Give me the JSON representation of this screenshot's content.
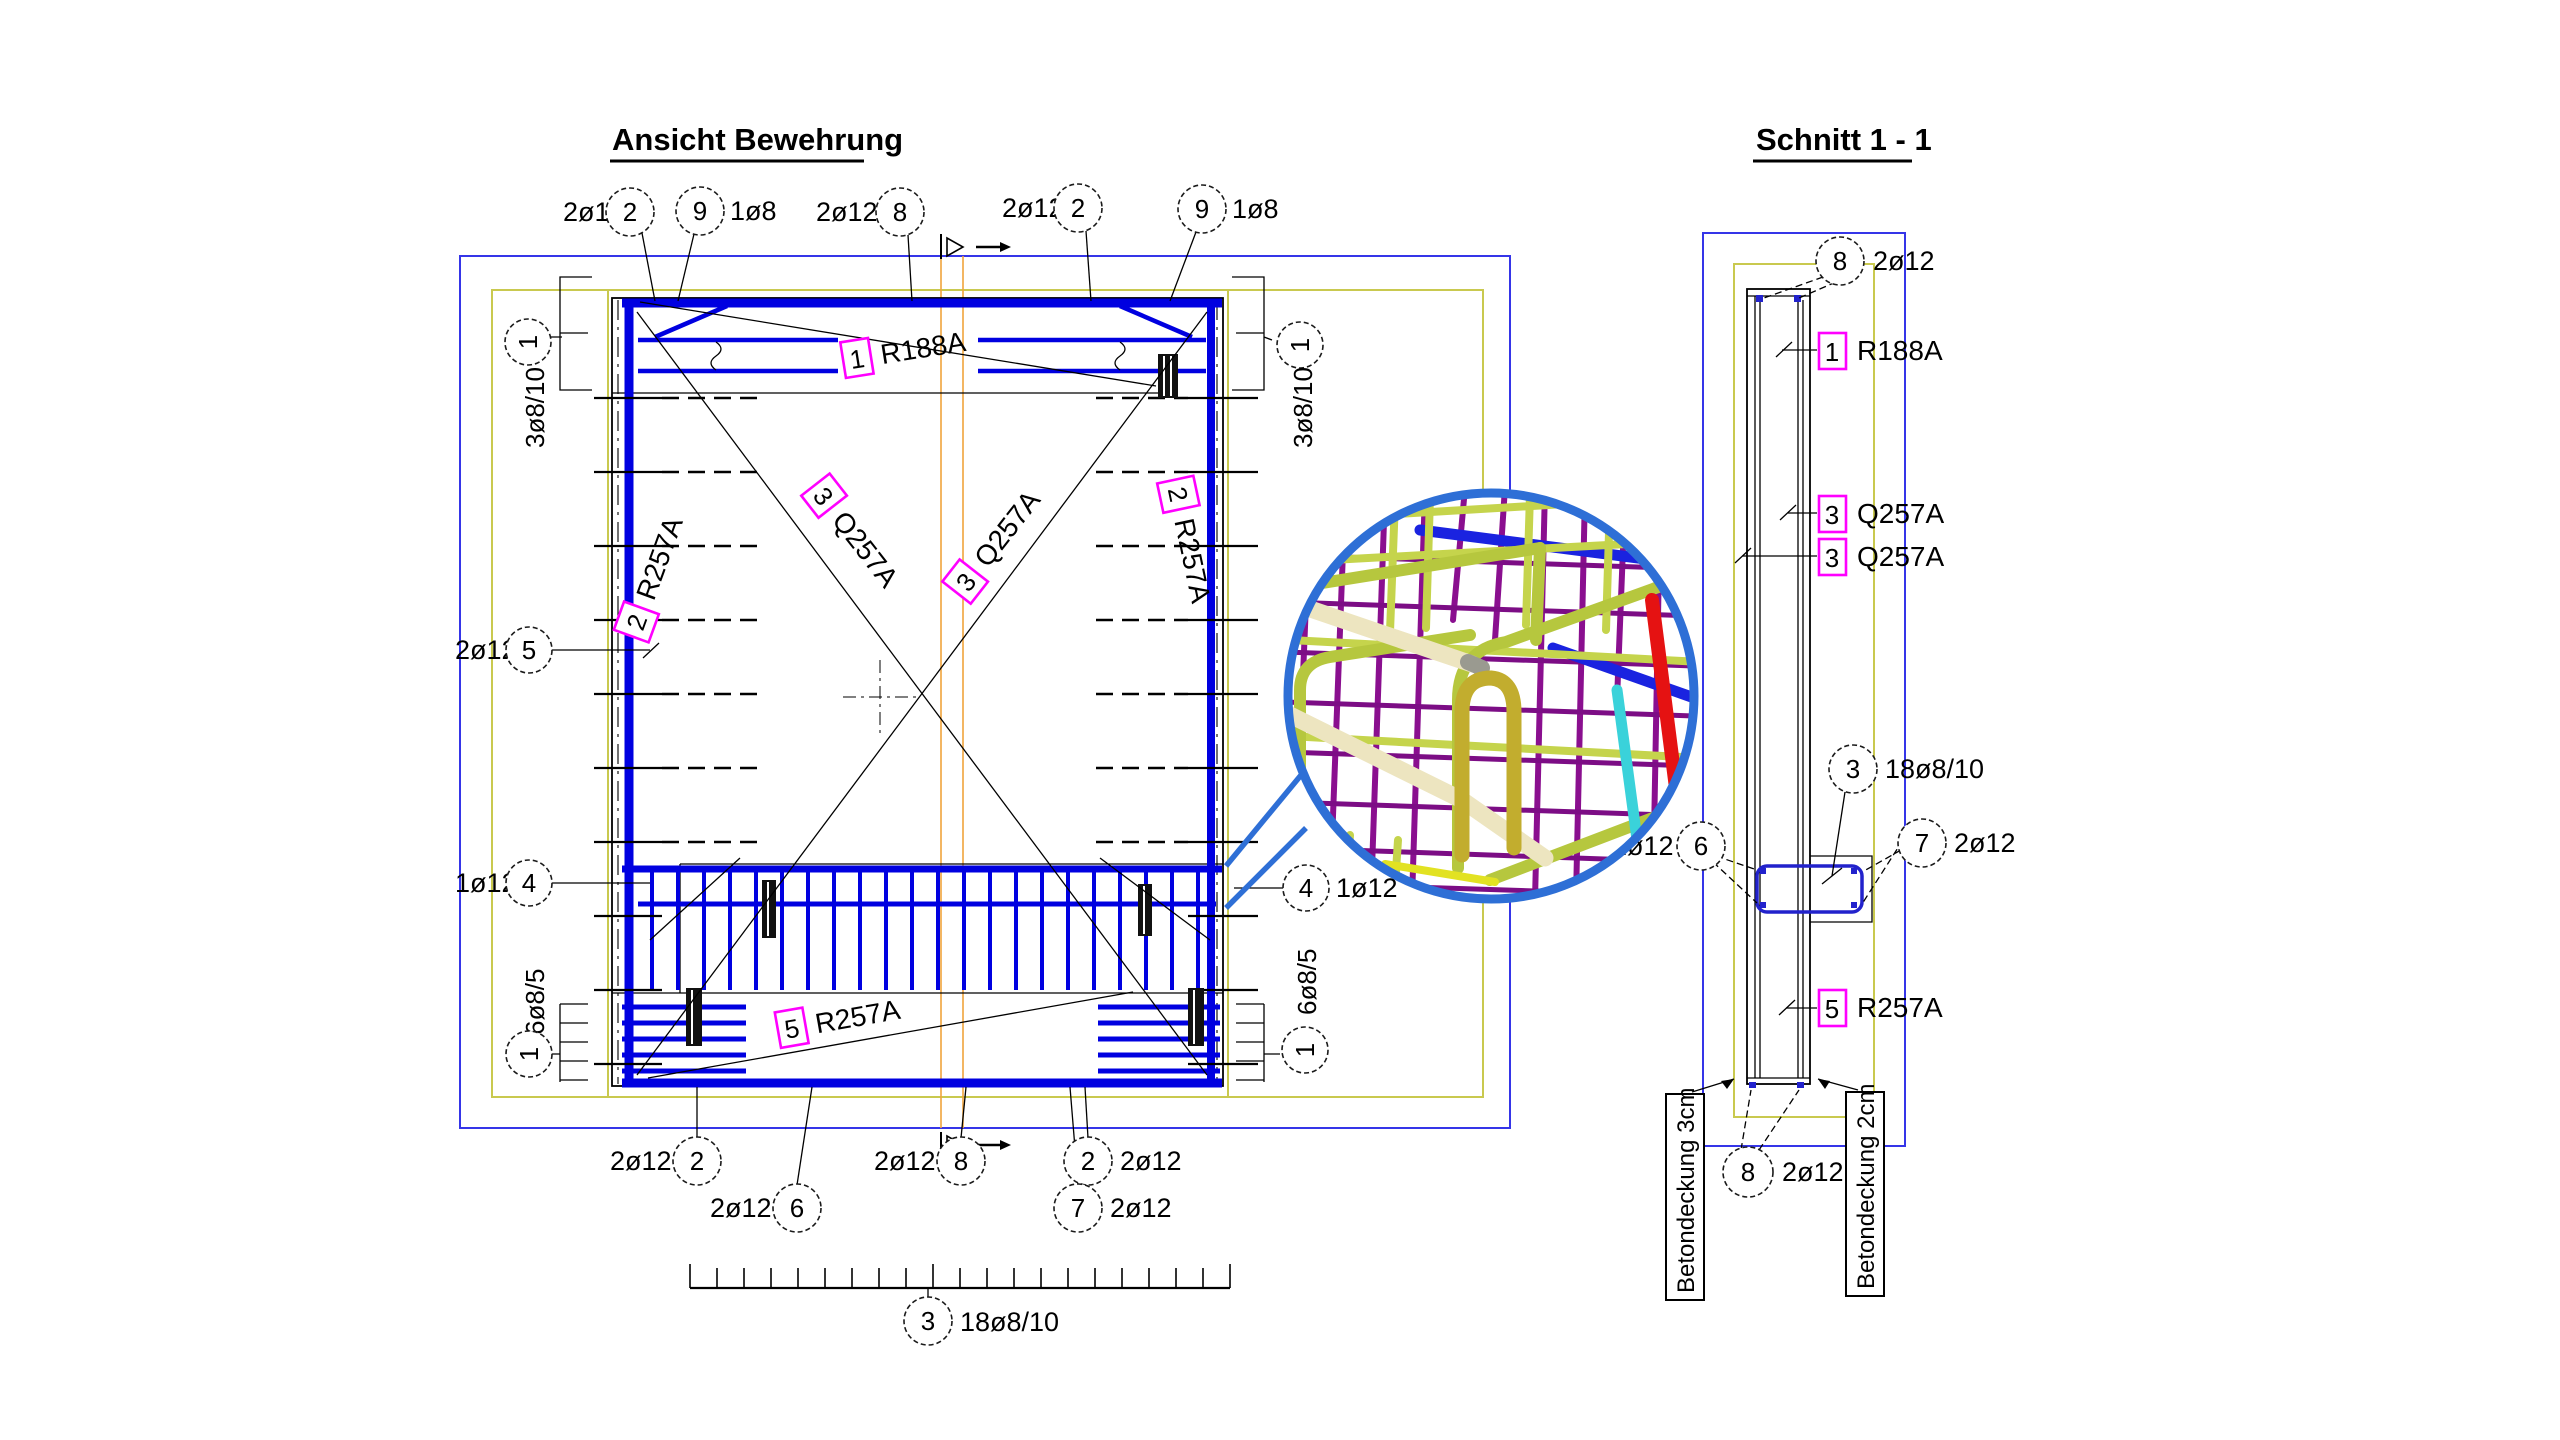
{
  "titles": {
    "ansicht": "Ansicht Bewehrung",
    "schnitt": "Schnitt 1 - 1"
  },
  "labels": {
    "d2o12": "2ø12",
    "d1o8": "1ø8",
    "d1o12": "1ø12",
    "s3o8_10": "3ø8/10",
    "s6o8_5": "6ø8/5",
    "s18o8_10": "18ø8/10",
    "r188a": "R188A",
    "q257a": "Q257A",
    "r257a": "R257A",
    "cover3": "Betondeckung 3cm",
    "cover2": "Betondeckung 2cm"
  },
  "pos": {
    "p1": "1",
    "p2": "2",
    "p3": "3",
    "p4": "4",
    "p5": "5",
    "p6": "6",
    "p7": "7",
    "p8": "8",
    "p9": "9"
  },
  "colors": {
    "frame_blue": "#3535e8",
    "rebar_blue": "#0000e0",
    "formwork_yellow": "#c9c94f",
    "axis_orange": "#f0a43c",
    "position_magenta": "#ff00ff",
    "detail_border_blue": "#2e6fd6",
    "detail_purple": "#8a0f8f",
    "detail_green": "#c5d44c",
    "detail_cream": "#ede5c0",
    "detail_olive": "#c2ad2e",
    "detail_red": "#e51212",
    "detail_cyan": "#3ad2da"
  }
}
